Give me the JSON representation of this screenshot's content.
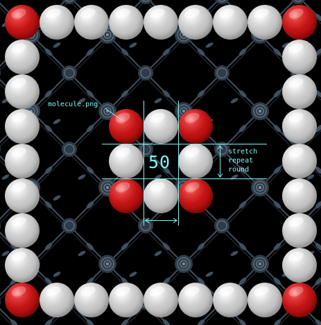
{
  "image_label": "molecule.png",
  "slice_value": "50",
  "repeat_modes": [
    "stretch",
    "repeat",
    "round"
  ],
  "colors": {
    "background": "#000000",
    "annotation": "#7ff5f5",
    "ball_white": "#c4c4c4",
    "ball_red": "#c31414",
    "pattern": "#4a5c6c"
  },
  "border_balls": {
    "corners": "red",
    "edges": "white",
    "per_side": 9
  },
  "source_image": {
    "grid": [
      [
        "red",
        "white",
        "red"
      ],
      [
        "white",
        null,
        "white"
      ],
      [
        "red",
        "white",
        "red"
      ]
    ]
  }
}
